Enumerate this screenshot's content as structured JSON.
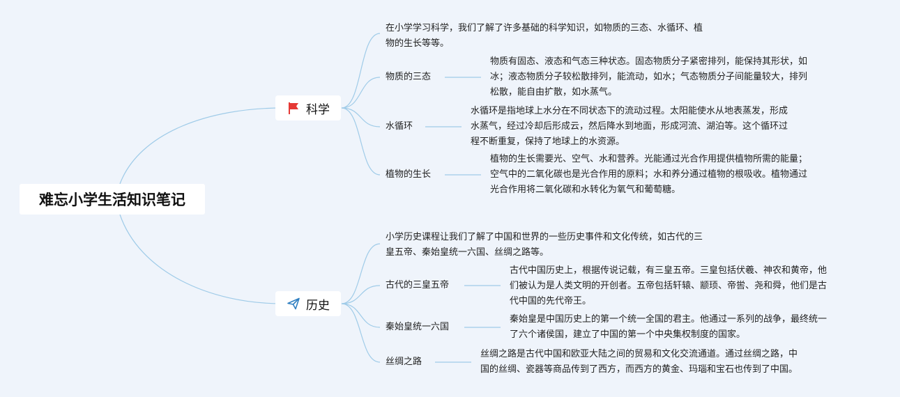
{
  "root": {
    "title": "难忘小学生活知识笔记"
  },
  "branches": [
    {
      "label": "科学",
      "icon": "red-flag-icon",
      "intro": [
        "在小学学习科学，我们了解了许多基础的科学知识，如物质的三态、水循环、植",
        "物的生长等等。"
      ],
      "topics": [
        {
          "label": "物质的三态",
          "detail": [
            "物质有固态、液态和气态三种状态。固态物质分子紧密排列，能保持其形状，如",
            "冰；液态物质分子较松散排列，能流动，如水；气态物质分子间能量较大，排列",
            "松散，能自由扩散，如水蒸气。"
          ]
        },
        {
          "label": "水循环",
          "detail": [
            "水循环是指地球上水分在不同状态下的流动过程。太阳能使水从地表蒸发，形成",
            "水蒸气，经过冷却后形成云，然后降水到地面，形成河流、湖泊等。这个循环过",
            "程不断重复，保持了地球上的水资源。"
          ]
        },
        {
          "label": "植物的生长",
          "detail": [
            "植物的生长需要光、空气、水和营养。光能通过光合作用提供植物所需的能量；",
            "空气中的二氧化碳也是光合作用的原料；水和养分通过植物的根吸收。植物通过",
            "光合作用将二氧化碳和水转化为氧气和葡萄糖。"
          ]
        }
      ]
    },
    {
      "label": "历史",
      "icon": "paper-plane-icon",
      "intro": [
        "小学历史课程让我们了解了中国和世界的一些历史事件和文化传统，如古代的三",
        "皇五帝、秦始皇统一六国、丝绸之路等。"
      ],
      "topics": [
        {
          "label": "古代的三皇五帝",
          "detail": [
            "古代中国历史上，根据传说记载，有三皇五帝。三皇包括伏羲、神农和黄帝，他",
            "们被认为是人类文明的开创者。五帝包括轩辕、颛顼、帝喾、尧和舜，他们是古",
            "代中国的先代帝王。"
          ]
        },
        {
          "label": "秦始皇统一六国",
          "detail": [
            "秦始皇是中国历史上的第一个统一全国的君主。他通过一系列的战争，最终统一",
            "了六个诸侯国，建立了中国的第一个中央集权制度的国家。"
          ]
        },
        {
          "label": "丝绸之路",
          "detail": [
            "丝绸之路是古代中国和欧亚大陆之间的贸易和文化交流通道。通过丝绸之路，中",
            "国的丝绸、瓷器等商品传到了西方，而西方的黄金、玛瑙和宝石也传到了中国。"
          ]
        }
      ]
    }
  ],
  "colors": {
    "link": "#9fcbe8",
    "background": "#eff4fb",
    "flag": "#e53935",
    "plane": "#2f7fc1"
  }
}
